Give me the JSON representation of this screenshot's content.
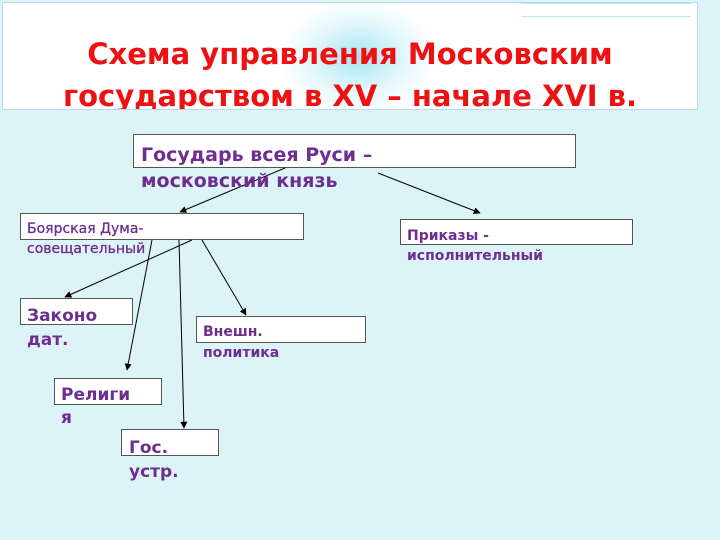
{
  "slide": {
    "title_line1": "Схема управления Московским",
    "title_line2": "государством в XV – начале XVI в."
  },
  "nodes": {
    "sovereign": {
      "line1": "Государь всея Руси –",
      "line2": "московский князь"
    },
    "boyar_duma": {
      "line1": "Боярская Дума-",
      "line2": "совещательный"
    },
    "prikazy": {
      "line1": "Приказы -",
      "line2": "исполнительный"
    },
    "legislation": {
      "line1": "Законо",
      "line2": "дат."
    },
    "foreign_policy": {
      "line1": "Внешн.",
      "line2": "политика"
    },
    "religion": {
      "line1": "Религи",
      "line2": "я"
    },
    "state_structure": {
      "line1": "Гос.",
      "line2": "устр."
    }
  },
  "colors": {
    "title": "#ee1111",
    "node_text": "#6d2e8f",
    "background": "#dcf3f7"
  }
}
